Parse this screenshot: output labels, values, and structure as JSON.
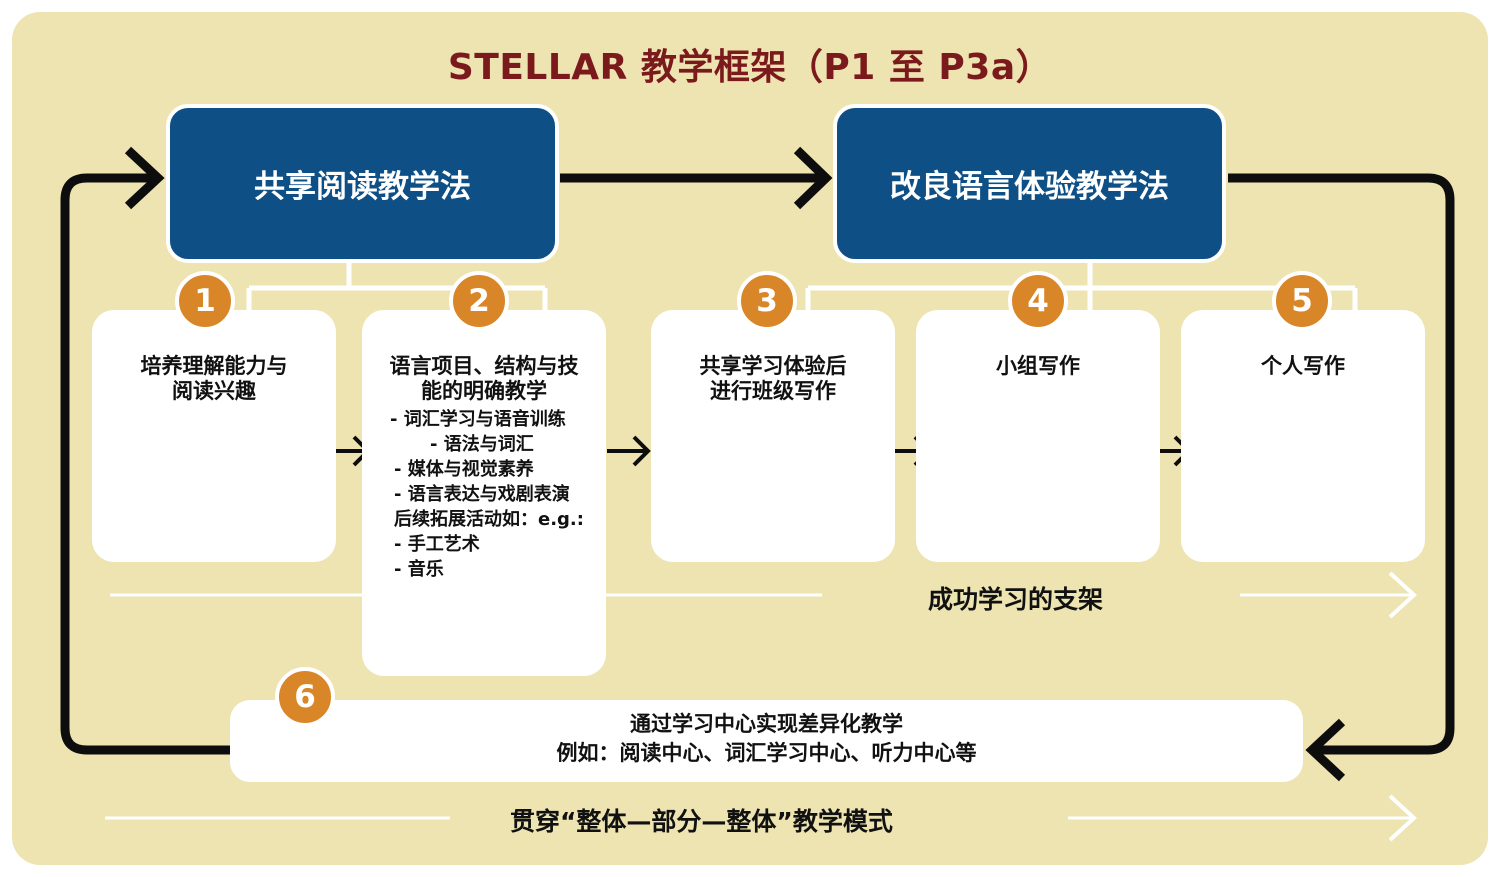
{
  "title": "STELLAR 教学框架（P1 至 P3a）",
  "approaches": {
    "shared_reading": "共享阅读教学法",
    "modified_lea": "改良语言体验教学法"
  },
  "steps": [
    {
      "number": "1",
      "title_lines": [
        "培养理解能力与",
        "阅读兴趣"
      ]
    },
    {
      "number": "2",
      "title_lines": [
        "语言项目、结构与技",
        "能的明确教学"
      ],
      "items": [
        "- 词汇学习与语音训练",
        "- 语法与词汇",
        "- 媒体与视觉素养",
        "- 语言表达与戏剧表演",
        "后续拓展活动如：e.g.:",
        "- 手工艺术",
        "- 音乐"
      ]
    },
    {
      "number": "3",
      "title_lines": [
        "共享学习体验后",
        "进行班级写作"
      ]
    },
    {
      "number": "4",
      "title_lines": [
        "小组写作"
      ]
    },
    {
      "number": "5",
      "title_lines": [
        "个人写作"
      ]
    },
    {
      "number": "6",
      "title_lines": [
        "通过学习中心实现差异化教学",
        "例如：阅读中心、词汇学习中心、听力中心等"
      ]
    }
  ],
  "scaffolding_label": "成功学习的支架",
  "bottom_label": "贯穿“整体—部分—整体”教学模式",
  "colors": {
    "background": "#ede4b1",
    "title": "#7b1a1c",
    "box_blue": "#0e4f86",
    "badge_orange": "#d98628",
    "card_white": "#ffffff",
    "line_dark": "#0d0d0d"
  }
}
